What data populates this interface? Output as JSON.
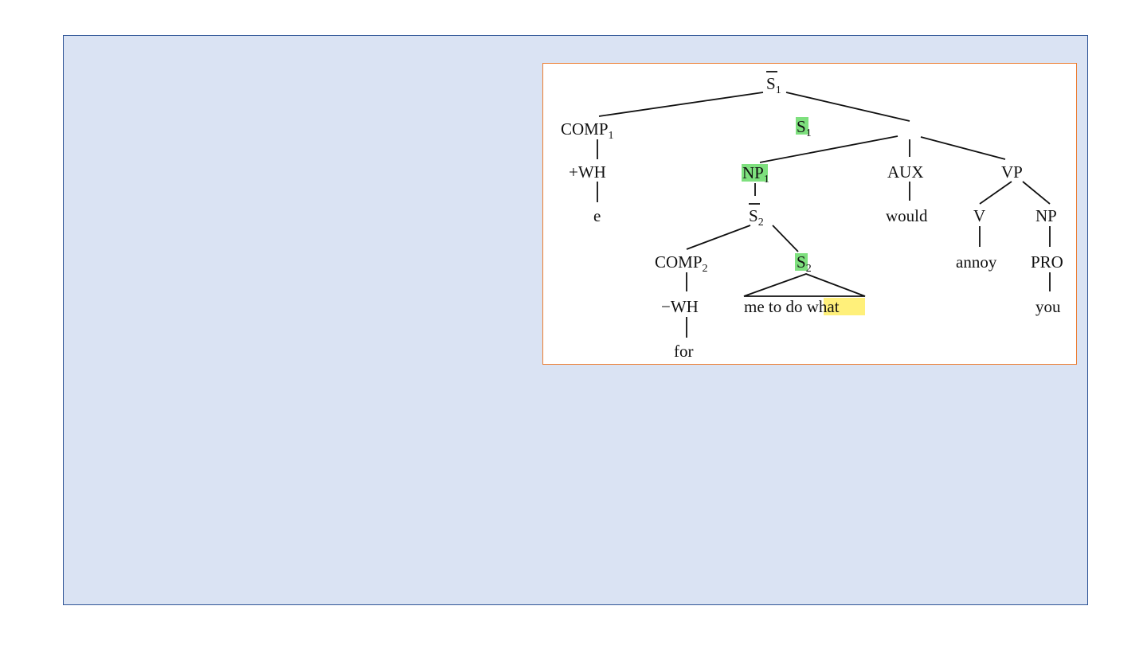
{
  "tree": {
    "root": {
      "label": "S",
      "sub": "1",
      "bar": true
    },
    "comp1": {
      "label": "COMP",
      "sub": "1"
    },
    "wh_plus": {
      "label": "+WH"
    },
    "e": {
      "label": "e"
    },
    "s1": {
      "label": "S",
      "sub": "1",
      "highlight": "green"
    },
    "np1": {
      "label": "NP",
      "sub": "1",
      "highlight": "green"
    },
    "aux": {
      "label": "AUX"
    },
    "would": {
      "label": "would"
    },
    "vp": {
      "label": "VP"
    },
    "v": {
      "label": "V"
    },
    "annoy": {
      "label": "annoy"
    },
    "np": {
      "label": "NP"
    },
    "pro": {
      "label": "PRO"
    },
    "you": {
      "label": "you"
    },
    "sbar2": {
      "label": "S",
      "sub": "2",
      "bar": true
    },
    "comp2": {
      "label": "COMP",
      "sub": "2"
    },
    "wh_minus": {
      "label": "−WH"
    },
    "for": {
      "label": "for"
    },
    "s2": {
      "label": "S",
      "sub": "2",
      "highlight": "green"
    },
    "terminal_string": {
      "label": "me to do ",
      "highlight_word": "what",
      "highlight": "yellow"
    }
  },
  "colors": {
    "green_highlight": "#7ee07e",
    "yellow_highlight": "#fff07a",
    "frame_border": "#ed7d31",
    "slide_fill": "#dae3f3",
    "slide_border": "#2f5597"
  }
}
